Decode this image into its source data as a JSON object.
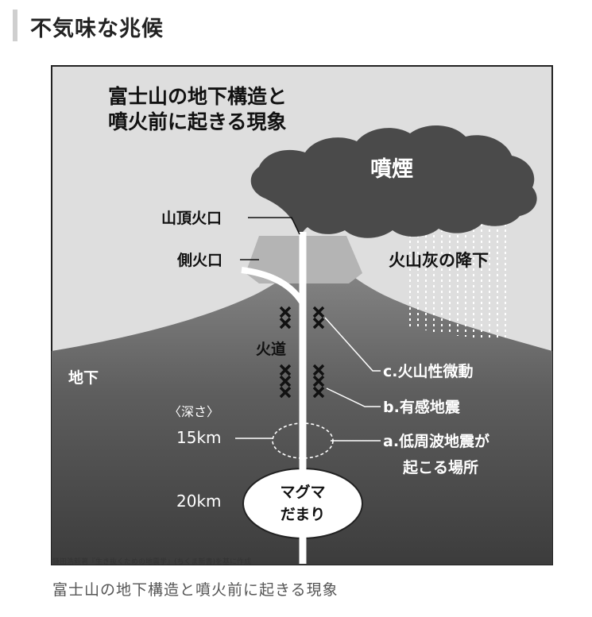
{
  "section": {
    "title": "不気味な兆候"
  },
  "diagram": {
    "title_line1": "富士山の地下構造と",
    "title_line2": "噴火前に起きる現象",
    "smoke_label": "噴煙",
    "summit_crater": "山頂火口",
    "side_crater": "側火口",
    "ash_fall": "火山灰の降下",
    "conduit": "火道",
    "underground": "地下",
    "event_c": "c.火山性微動",
    "event_b": "b.有感地震",
    "event_a_line1": "a.低周波地震が",
    "event_a_line2": "起こる場所",
    "depth_label": "〈深さ〉",
    "depth_15": "15km",
    "depth_20": "20km",
    "magma_line1": "マグマ",
    "magma_line2": "だまり",
    "source": "鎌田浩毅著『生き抜くための地震学』(ちくま新書)を基に作成"
  },
  "caption": "富士山の地下構造と噴火前に起きる現象",
  "colors": {
    "sky": "#dedede",
    "mountain": "#b9b9b9",
    "ground_gradient_top": "#888888",
    "ground_gradient_bottom": "#3e3e3e",
    "smoke": "#4a4a4a"
  }
}
